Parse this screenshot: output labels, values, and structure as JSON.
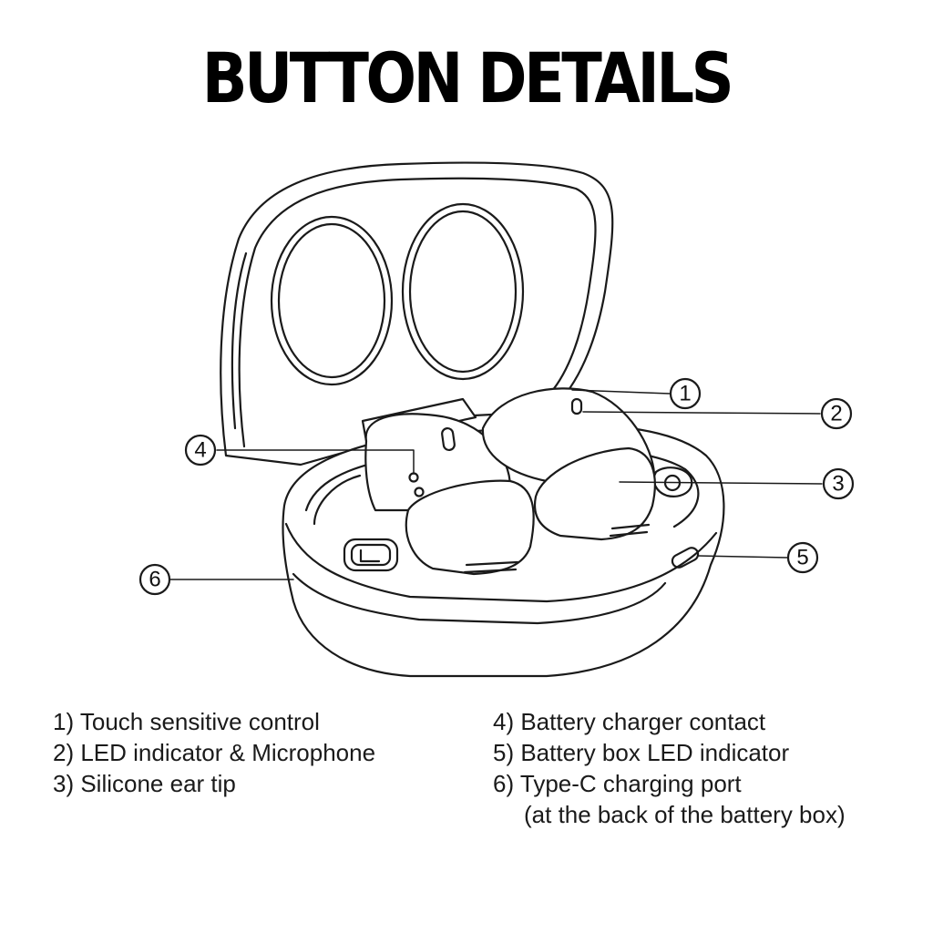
{
  "title": "BUTTON DETAILS",
  "callouts": [
    "1",
    "2",
    "3",
    "4",
    "5",
    "6"
  ],
  "legend": {
    "left": [
      "1) Touch sensitive control",
      "2) LED indicator & Microphone",
      "3) Silicone ear tip"
    ],
    "right": [
      "4) Battery charger contact",
      "5) Battery box LED indicator",
      "6) Type-C charging port"
    ],
    "right_note": "(at the back of the battery box)"
  },
  "colors": {
    "line": "#1a1a1a",
    "background": "#ffffff"
  }
}
